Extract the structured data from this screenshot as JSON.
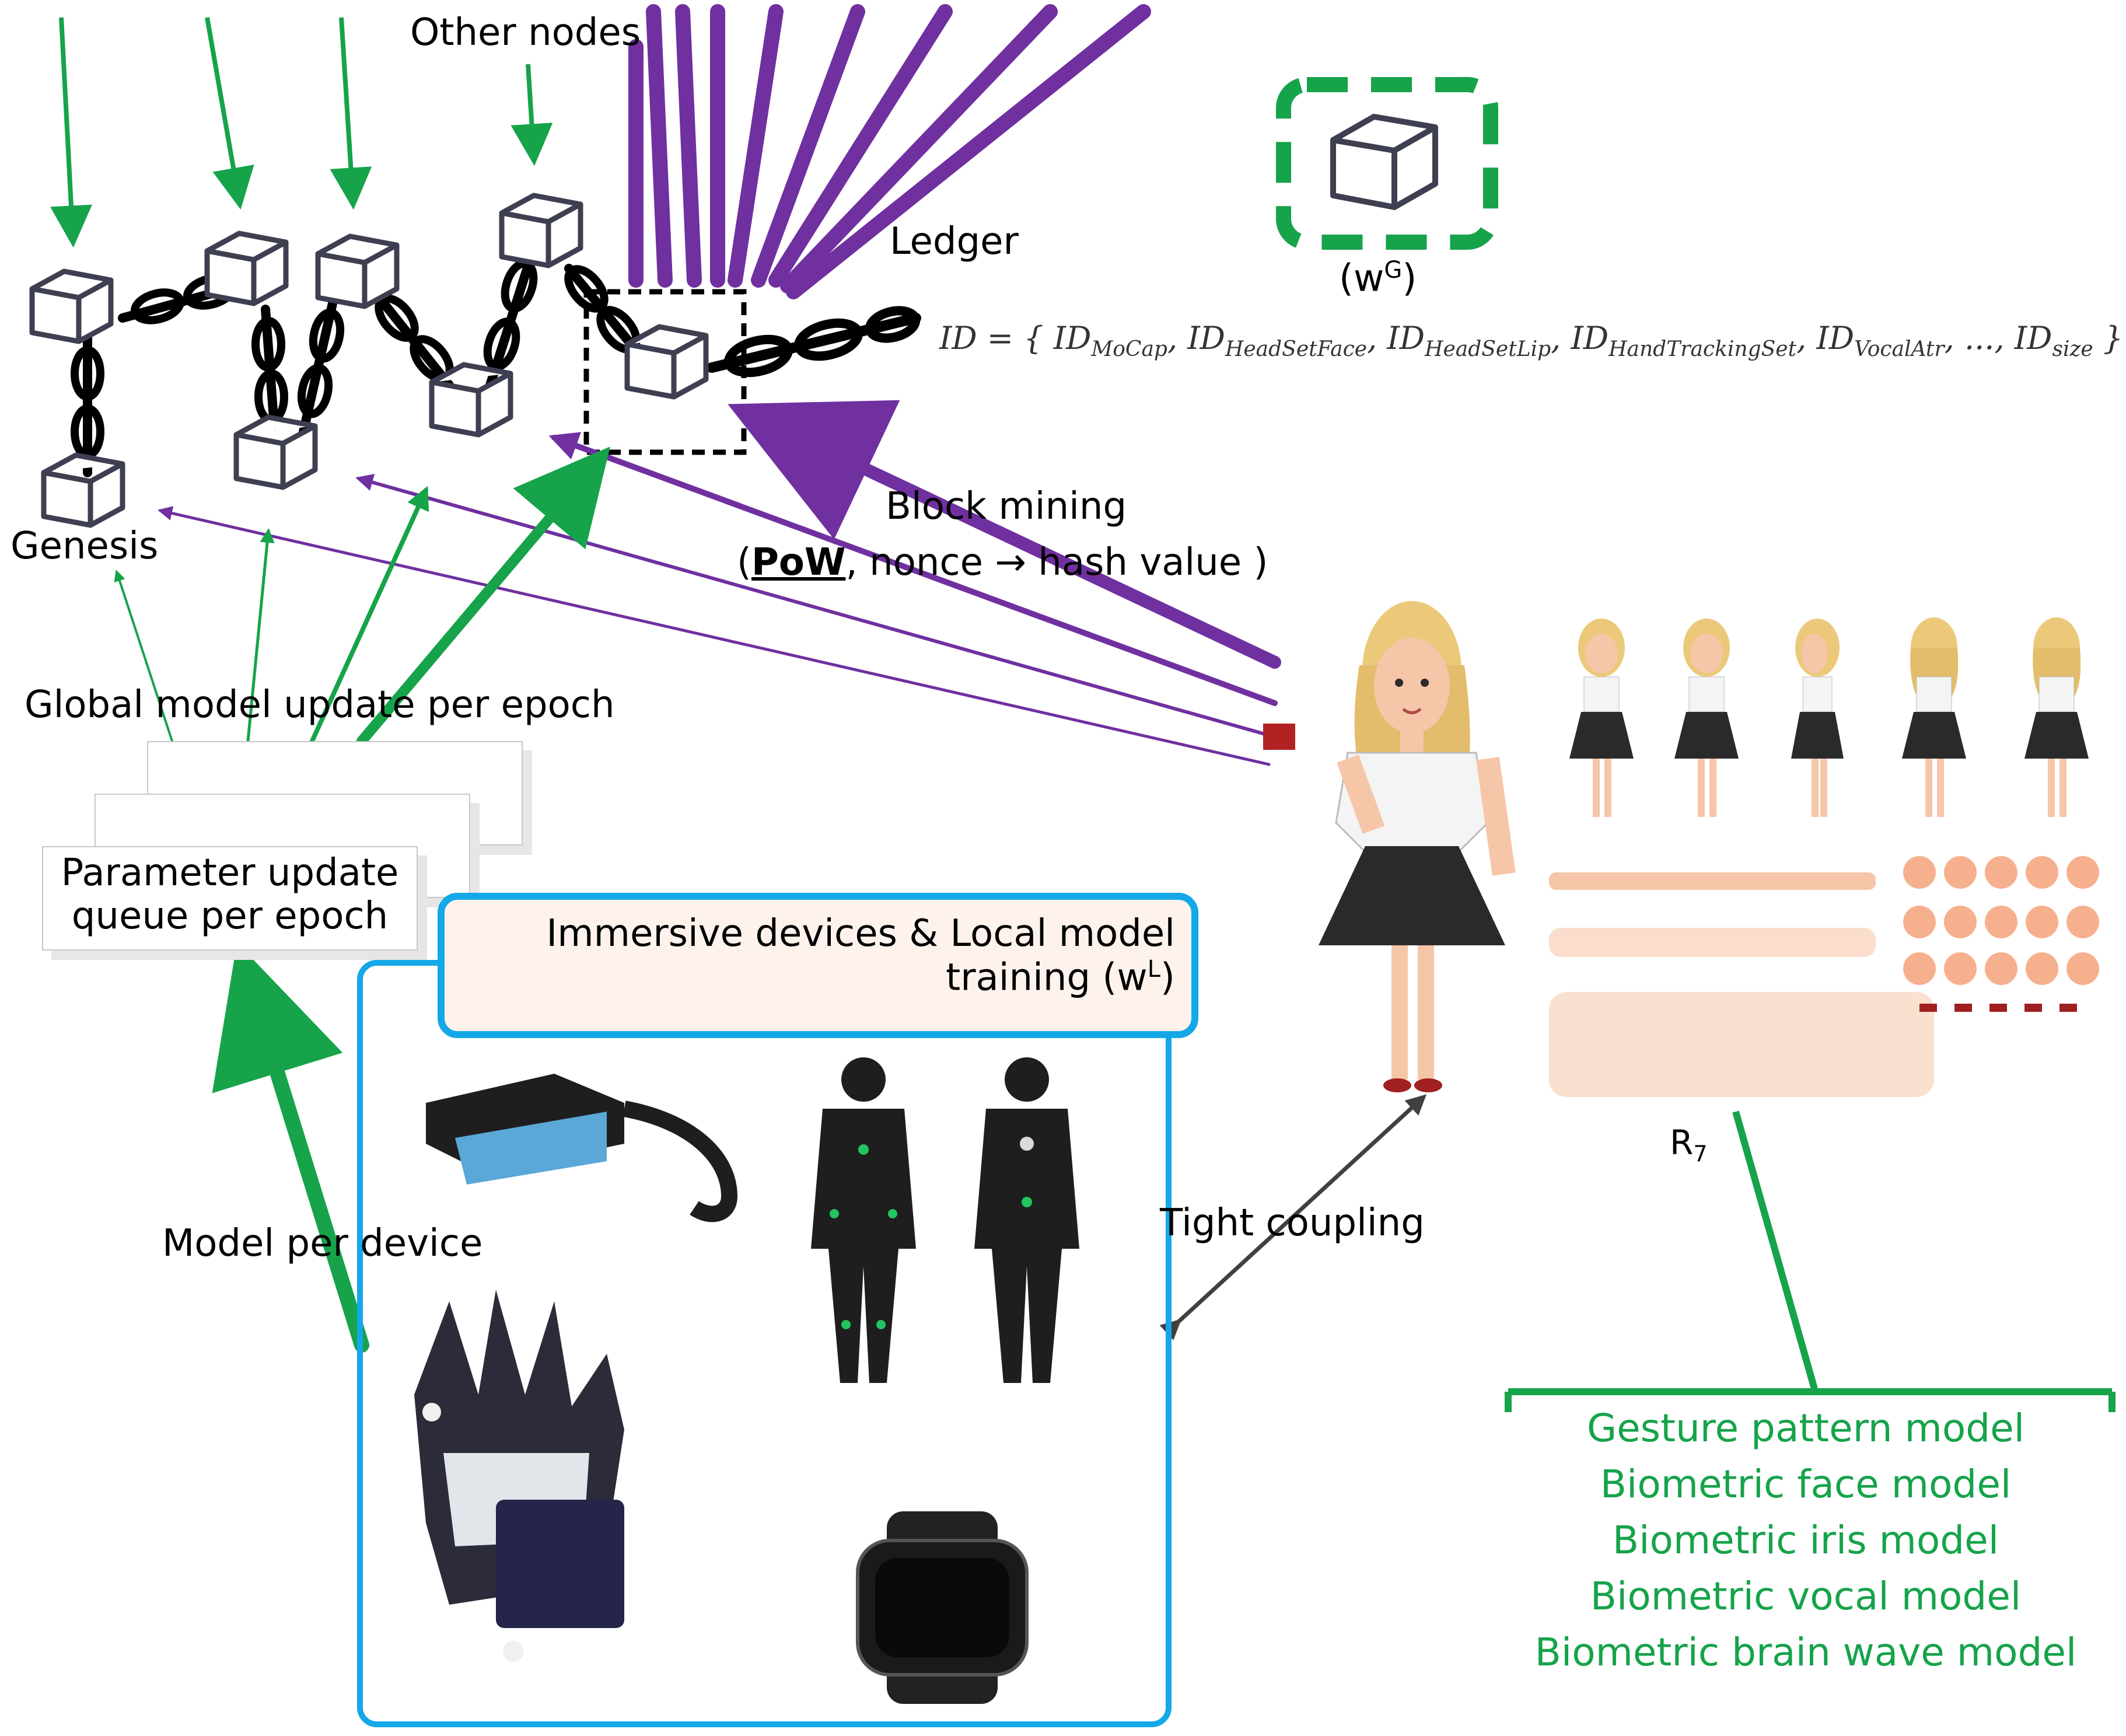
{
  "labels": {
    "other_nodes": "Other nodes",
    "ledger": "Ledger",
    "global_weight_prefix": "(w",
    "global_weight_sup": "G",
    "global_weight_suffix": ")",
    "genesis": "Genesis",
    "block_mining": "Block mining",
    "pow": "PoW",
    "pow_rest": ", nonce → hash value )",
    "pow_open": "(",
    "global_update": "Global model update per epoch",
    "param_queue_line1": "Parameter update",
    "param_queue_line2": "queue per epoch",
    "immersive_line1": "Immersive devices & Local model",
    "immersive_line2_prefix": "training (w",
    "immersive_line2_sup": "L",
    "immersive_line2_suffix": ")",
    "model_per_device": "Model per device",
    "tight_coupling": "Tight coupling",
    "r7": "R",
    "r7_sub": "7"
  },
  "id_formula": {
    "lhs": "ID = {",
    "terms": [
      {
        "base": "ID",
        "sub": "MoCap"
      },
      {
        "base": "ID",
        "sub": "HeadSetFace"
      },
      {
        "base": "ID",
        "sub": "HeadSetLip"
      },
      {
        "base": "ID",
        "sub": "HandTrackingSet"
      },
      {
        "base": "ID",
        "sub": "VocalAtr"
      },
      {
        "base": "...",
        "sub": ""
      },
      {
        "base": "ID",
        "sub": "size"
      }
    ],
    "rhs": "}"
  },
  "biometric_models": [
    "Gesture pattern model",
    "Biometric face model",
    "Biometric iris model",
    "Biometric vocal model",
    "Biometric brain wave model"
  ],
  "colors": {
    "green": "#16a34a",
    "purple": "#7030a0",
    "blue": "#14a8e8",
    "cube": "#3f3f52",
    "chain": "#000000"
  }
}
